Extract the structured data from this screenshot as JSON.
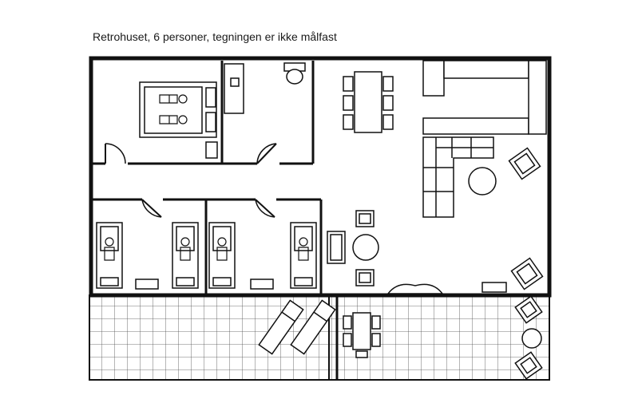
{
  "title": "Retrohuset, 6 personer, tegningen er ikke målfast",
  "colors": {
    "line": "#111111",
    "tile": "#4a4a4a",
    "background": "#ffffff"
  },
  "rooms": [
    "double-bedroom",
    "bathroom",
    "bedroom-1",
    "bedroom-2",
    "living-kitchen",
    "terrace-west",
    "terrace-east"
  ]
}
